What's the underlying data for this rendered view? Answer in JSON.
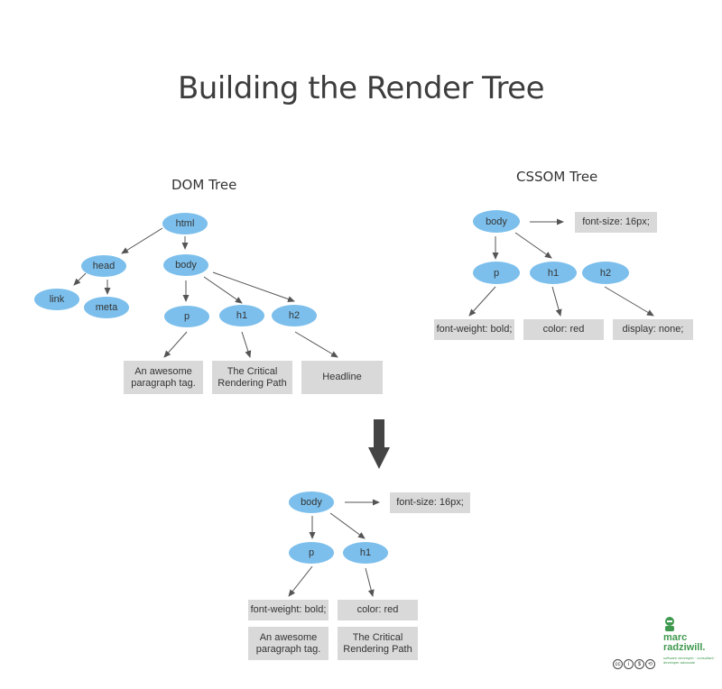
{
  "title": "Building the Render Tree",
  "dom_tree": {
    "heading": "DOM Tree",
    "nodes": {
      "html": "html",
      "head": "head",
      "body": "body",
      "link": "link",
      "meta": "meta",
      "p": "p",
      "h1": "h1",
      "h2": "h2"
    },
    "leaves": {
      "p": "An awesome paragraph tag.",
      "h1": "The Critical Rendering Path",
      "h2": "Headline"
    }
  },
  "cssom_tree": {
    "heading": "CSSOM Tree",
    "nodes": {
      "body": "body",
      "p": "p",
      "h1": "h1",
      "h2": "h2"
    },
    "styles": {
      "body": "font-size: 16px;",
      "p": "font-weight: bold;",
      "h1": "color: red",
      "h2": "display: none;"
    }
  },
  "render_tree": {
    "nodes": {
      "body": "body",
      "p": "p",
      "h1": "h1"
    },
    "styles": {
      "body": "font-size: 16px;",
      "p": "font-weight: bold;",
      "h1": "color: red"
    },
    "content": {
      "p": "An awesome paragraph tag.",
      "h1": "The Critical Rendering Path"
    }
  },
  "brand": {
    "name_line1": "marc",
    "name_line2": "radziwill.",
    "tagline": "software developer · consultant · developer advocate"
  },
  "colors": {
    "node": "#7cbfec",
    "box": "#d9d9d9",
    "arrow": "#555555",
    "brand": "#3f9a4f"
  }
}
